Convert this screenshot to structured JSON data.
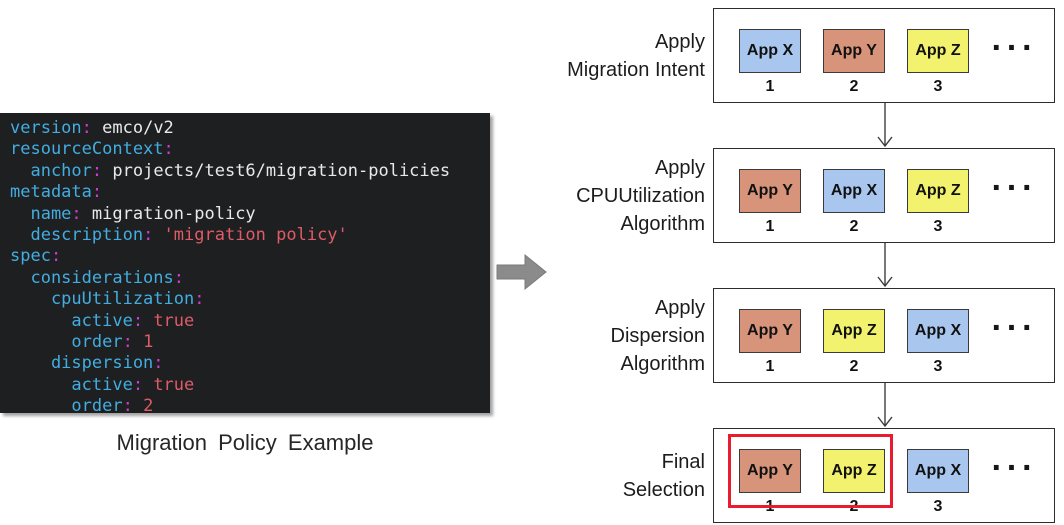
{
  "code_panel": {
    "caption": "Migration Policy Example",
    "colon": ":",
    "token_colors": {
      "key": "#42ade0",
      "colon": "#d13bd1",
      "value": "#e9e9e9",
      "accent": "#df5b66",
      "background": "#1e1f21"
    },
    "lines": [
      {
        "indent": 0,
        "key": "version",
        "value": "emco/v2",
        "value_type": "plain"
      },
      {
        "indent": 0,
        "key": "resourceContext",
        "value": "",
        "value_type": "plain"
      },
      {
        "indent": 2,
        "key": "anchor",
        "value": "projects/test6/migration-policies",
        "value_type": "plain"
      },
      {
        "indent": 0,
        "key": "metadata",
        "value": "",
        "value_type": "plain"
      },
      {
        "indent": 2,
        "key": "name",
        "value": "migration-policy",
        "value_type": "plain"
      },
      {
        "indent": 2,
        "key": "description",
        "value": "'migration policy'",
        "value_type": "accent"
      },
      {
        "indent": 0,
        "key": "spec",
        "value": "",
        "value_type": "plain"
      },
      {
        "indent": 2,
        "key": "considerations",
        "value": "",
        "value_type": "plain"
      },
      {
        "indent": 4,
        "key": "cpuUtilization",
        "value": "",
        "value_type": "plain"
      },
      {
        "indent": 6,
        "key": "active",
        "value": "true",
        "value_type": "accent"
      },
      {
        "indent": 6,
        "key": "order",
        "value": "1",
        "value_type": "accent"
      },
      {
        "indent": 4,
        "key": "dispersion",
        "value": "",
        "value_type": "plain"
      },
      {
        "indent": 6,
        "key": "active",
        "value": "true",
        "value_type": "accent"
      },
      {
        "indent": 6,
        "key": "order",
        "value": "2",
        "value_type": "accent"
      }
    ]
  },
  "flow": {
    "colors": {
      "blue": "#a8c6ee",
      "salmon": "#d8947a",
      "yellow": "#f2f26e",
      "highlight_border": "#e81c2e"
    },
    "stages": [
      {
        "label_lines": [
          "Apply",
          "Migration Intent"
        ],
        "apps": [
          {
            "name": "App X",
            "color": "blue",
            "rank": "1"
          },
          {
            "name": "App Y",
            "color": "salmon",
            "rank": "2"
          },
          {
            "name": "App Z",
            "color": "yellow",
            "rank": "3"
          }
        ],
        "ellipsis": "...",
        "highlight": false
      },
      {
        "label_lines": [
          "Apply",
          "CPUUtilization",
          "Algorithm"
        ],
        "apps": [
          {
            "name": "App Y",
            "color": "salmon",
            "rank": "1"
          },
          {
            "name": "App X",
            "color": "blue",
            "rank": "2"
          },
          {
            "name": "App Z",
            "color": "yellow",
            "rank": "3"
          }
        ],
        "ellipsis": "...",
        "highlight": false
      },
      {
        "label_lines": [
          "Apply",
          "Dispersion",
          "Algorithm"
        ],
        "apps": [
          {
            "name": "App Y",
            "color": "salmon",
            "rank": "1"
          },
          {
            "name": "App Z",
            "color": "yellow",
            "rank": "2"
          },
          {
            "name": "App X",
            "color": "blue",
            "rank": "3"
          }
        ],
        "ellipsis": "...",
        "highlight": false
      },
      {
        "label_lines": [
          "Final",
          "Selection"
        ],
        "apps": [
          {
            "name": "App Y",
            "color": "salmon",
            "rank": "1"
          },
          {
            "name": "App Z",
            "color": "yellow",
            "rank": "2"
          },
          {
            "name": "App X",
            "color": "blue",
            "rank": "3"
          }
        ],
        "ellipsis": "...",
        "highlight": true
      }
    ]
  }
}
